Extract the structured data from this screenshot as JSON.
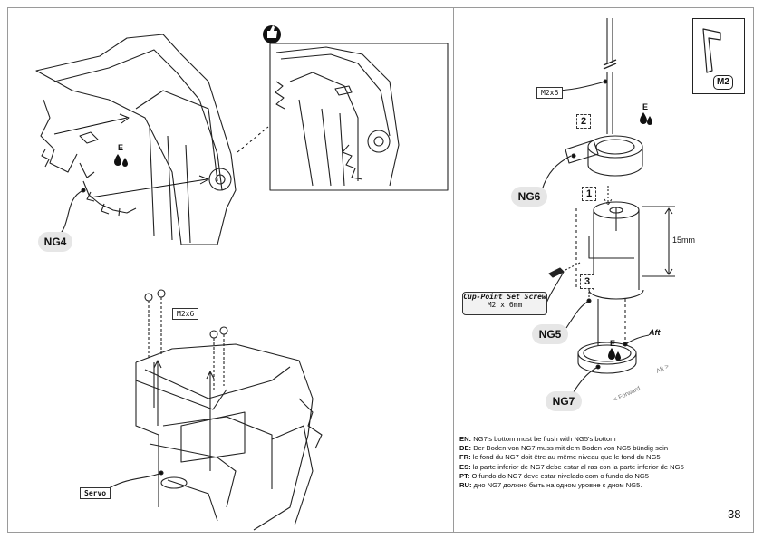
{
  "labels": {
    "ng4": "NG4",
    "ng6": "NG6",
    "ng5": "NG5",
    "ng7": "NG7",
    "m2": "M2",
    "m2x6_top": "M2x6",
    "m2x6_left": "M2x6",
    "servo": "Servo",
    "screw_line1": "Cup-Point Set Screw",
    "screw_line2": "M2 x 6mm",
    "dim": "15mm",
    "aft": "Aft",
    "forward": "< Forward",
    "aft_small": "Aft >",
    "e1": "E",
    "e2": "E",
    "e3": "E",
    "step1": "1",
    "step2": "2",
    "step3": "3"
  },
  "instructions": [
    {
      "lang": "EN:",
      "text": "NG7's bottom must be flush with NG5's bottom"
    },
    {
      "lang": "DE:",
      "text": "Der Boden von NG7 muss mit dem Boden von NG5 bündig sein"
    },
    {
      "lang": "FR:",
      "text": "le fond du NG7 doit être au même niveau que le fond du NG5"
    },
    {
      "lang": "ES:",
      "text": "la parte inferior de NG7 debe estar al ras con la parte inferior de NG5"
    },
    {
      "lang": "PT:",
      "text": "O fundo do NG7 deve estar nivelado com o fundo do NG5"
    },
    {
      "lang": "RU:",
      "text": "дно NG7 должно быть на одном уровне с дном NG5."
    }
  ],
  "page_number": "38"
}
